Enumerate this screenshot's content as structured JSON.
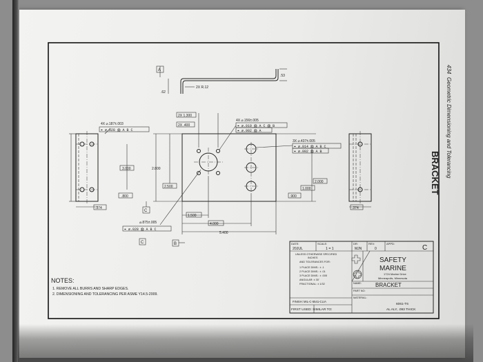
{
  "running_head": {
    "page_number": "434",
    "book_title": "Geometric Dimensioning and Tolerancing"
  },
  "chapter_title": "BRACKET",
  "drawing": {
    "datum_a": "A",
    "datum_b": "B",
    "datum_c": "C",
    "dims": {
      "d62": ".62",
      "d53": ".53",
      "bend_radius": "2X R.12",
      "box_2x_1300": "2X 1.300",
      "box_2x_400": "2X .400",
      "d3000": "3.000",
      "d2800": "2.800",
      "d2500": "2.500",
      "d800": ".800",
      "d374_left": ".374",
      "d1500": "1.500",
      "d4000": "4.000",
      "d5400": "5.400",
      "d2000": "2.000",
      "d1000": "1.000",
      "d900": ".900",
      "d374_right": ".374"
    },
    "callouts": {
      "holes_4x_187_label": "4X ⌀.187±.003",
      "holes_4x_187_fcf": "⌖ ⌀.028 Ⓜ A B C",
      "holes_4x_156_label": "4X ⌀.156±.005",
      "holes_4x_156_fcf1": "⌖ ⌀.010 Ⓜ A C Ⓜ B",
      "holes_4x_156_fcf2": "⌖ ⌀.002 Ⓜ A",
      "holes_3x_437_label": "3X ⌀.437±.005",
      "holes_3x_437_fcf1": "⌖ ⌀.014 Ⓜ A B C",
      "holes_3x_437_fcf2": "⌖ ⌀.002 Ⓜ A B",
      "hole_875_label": "⌀.875±.005",
      "hole_875_fcf": "⌖ ⌀.028 Ⓜ A B C"
    }
  },
  "notes": {
    "heading": "NOTES:",
    "items": [
      "1.  REMOVE ALL BURRS AND SHARP EDGES.",
      "2.  DIMENSIONING AND TOLERANCING PER ASME Y14.5-2009."
    ]
  },
  "title_block": {
    "date_label": "DATE:",
    "date_value": "20JUL",
    "scale_label": "SCALE:",
    "scale_value": "1 = 1",
    "dr_label": "DR:",
    "dr_value": "MJN",
    "rev_label": "REV:",
    "rev_value": "0",
    "appd_label": "APPD:",
    "size_letter": "C",
    "tol_head1": "UNLESS OTHERWISE SPECIFIED",
    "tol_head2": "INCHES",
    "tol_head3": "AND TOLERANCES FOR:",
    "tol_lines": [
      "1 PLACE DIMS.:   ± .1",
      "2 PLACE DIMS.:   ± .01",
      "3 PLACE DIMS.:   ± .005",
      "ANGULAR:          ± 30'",
      "FRACTIONAL:     ± 1/32"
    ],
    "finish": "FINISH: MIL-C-5541-CLIA",
    "first_used": "FIRST USED: SIMILAR TO:",
    "company1": "SAFETY",
    "company2": "MARINE",
    "address1": "1724 Marine Drive",
    "address2": "Minneapolis, Minnesota",
    "name_label": "NAME:",
    "name_value": "BRACKET",
    "partno_label": "PART NO:",
    "material_label": "MATERIAL:",
    "material1": "6061-T6",
    "material2": "AL ALY, .093 THICK"
  }
}
